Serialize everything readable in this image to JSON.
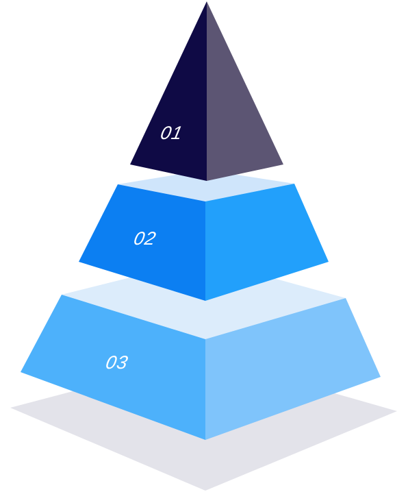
{
  "tiers": [
    {
      "label": "01",
      "left_color": "#0f0a45",
      "right_color": "#5c5573"
    },
    {
      "label": "02",
      "left_color": "#0c7ff2",
      "right_color": "#22a0fb",
      "top_color": "#cfe5fb"
    },
    {
      "label": "03",
      "left_color": "#4db1fb",
      "right_color": "#7fc4fb",
      "top_color": "#dcecfb"
    }
  ],
  "shadow_color": "#e3e3ea"
}
